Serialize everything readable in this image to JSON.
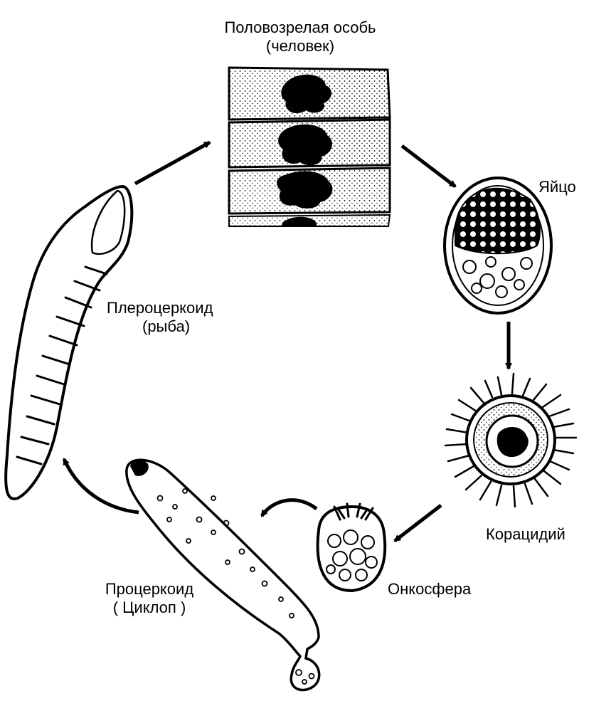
{
  "stages": {
    "adult": {
      "name": "Половозрелая особь",
      "host": "(человек)"
    },
    "egg": {
      "name": "Яйцо"
    },
    "coracidium": {
      "name": "Корацидий"
    },
    "oncosphere": {
      "name": "Онкосфера"
    },
    "procercoid": {
      "name": "Процеркоид",
      "host": "( Циклоп )"
    },
    "plerocercoid": {
      "name": "Плероцеркоид",
      "host": "(рыба)"
    }
  },
  "colors": {
    "ink": "#000000",
    "paper": "#ffffff"
  }
}
